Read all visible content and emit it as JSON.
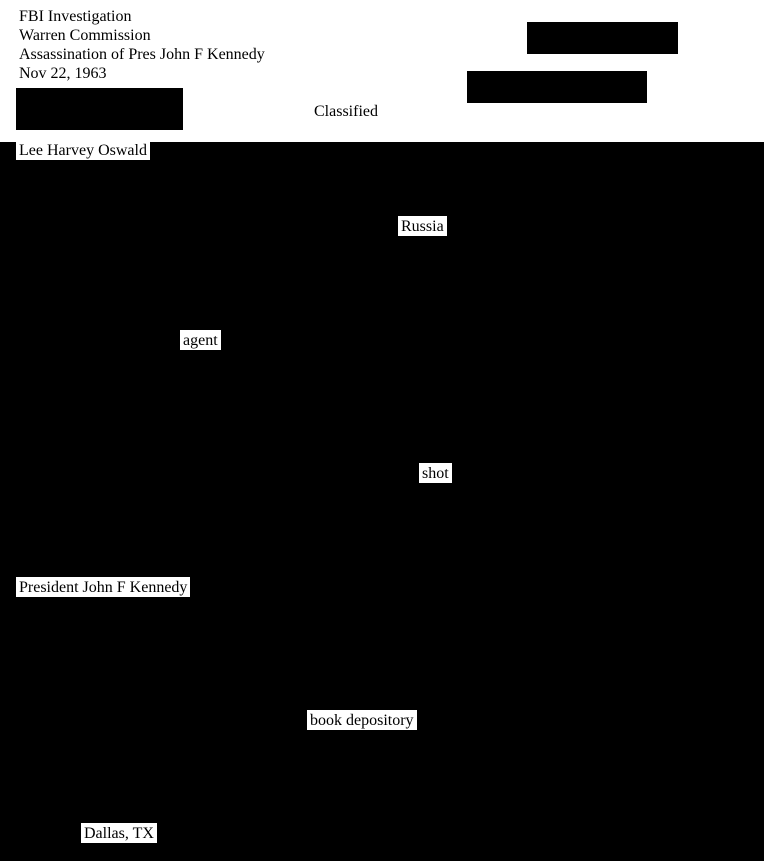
{
  "document": {
    "header_lines": [
      "FBI Investigation",
      "Warren Commission",
      "Assassination of Pres John F Kennedy",
      "Nov 22, 1963"
    ],
    "classification": "Classified",
    "subject": "Lee Harvey Oswald",
    "visible_words": [
      "Russia",
      "agent",
      "shot",
      "President John F Kennedy",
      "book depository",
      "Dallas, TX"
    ]
  },
  "colors": {
    "paper": "#ffffff",
    "redaction": "#000000",
    "text": "#000000"
  }
}
